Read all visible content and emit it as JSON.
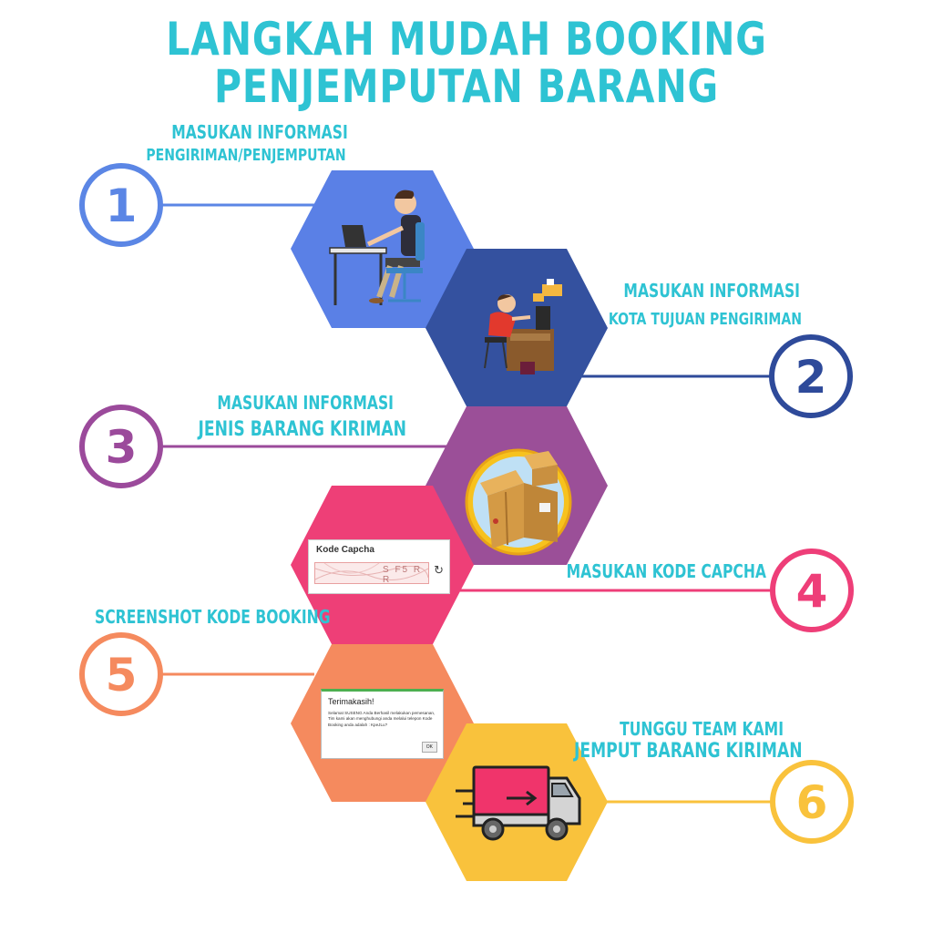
{
  "title": {
    "line1": "LANGKAH MUDAH BOOKING",
    "line2": "PENJEMPUTAN BARANG"
  },
  "steps": [
    {
      "number": "1",
      "line1": "MASUKAN INFORMASI",
      "line2": "PENGIRIMAN/PENJEMPUTAN",
      "color": "#5b86e5",
      "hex": "#5a80e6"
    },
    {
      "number": "2",
      "line1": "MASUKAN INFORMASI",
      "line2": "KOTA TUJUAN PENGIRIMAN",
      "color": "#2e4a9a",
      "hex": "#34519f"
    },
    {
      "number": "3",
      "line1": "MASUKAN INFORMASI",
      "line2": "JENIS BARANG KIRIMAN",
      "color": "#9b4a9b",
      "hex": "#9b4f98"
    },
    {
      "number": "4",
      "line1": "MASUKAN KODE CAPCHA",
      "line2": "",
      "color": "#ee3e78",
      "hex": "#ee3f77"
    },
    {
      "number": "5",
      "line1": "SCREENSHOT KODE BOOKING",
      "line2": "",
      "color": "#f58a5e",
      "hex": "#f58a5e"
    },
    {
      "number": "6",
      "line1": "TUNGGU TEAM KAMI",
      "line2": "JEMPUT BARANG KIRIMAN",
      "color": "#f9c23c",
      "hex": "#f9c23c"
    }
  ],
  "captcha": {
    "title": "Kode Capcha",
    "code": "S F5 R R",
    "refresh_icon": "refresh-icon"
  },
  "dialog": {
    "title": "Terimakasih!",
    "message": "Selamat SUSENG Anda Berhasil melakukan pemesanan, Tim kami akan menghubungi anda melalui telepon Kode Booking anda adalah : KpeJLu?",
    "ok_label": "OK"
  },
  "colors": {
    "title": "#2ec3d3",
    "label": "#2ec3d3"
  }
}
